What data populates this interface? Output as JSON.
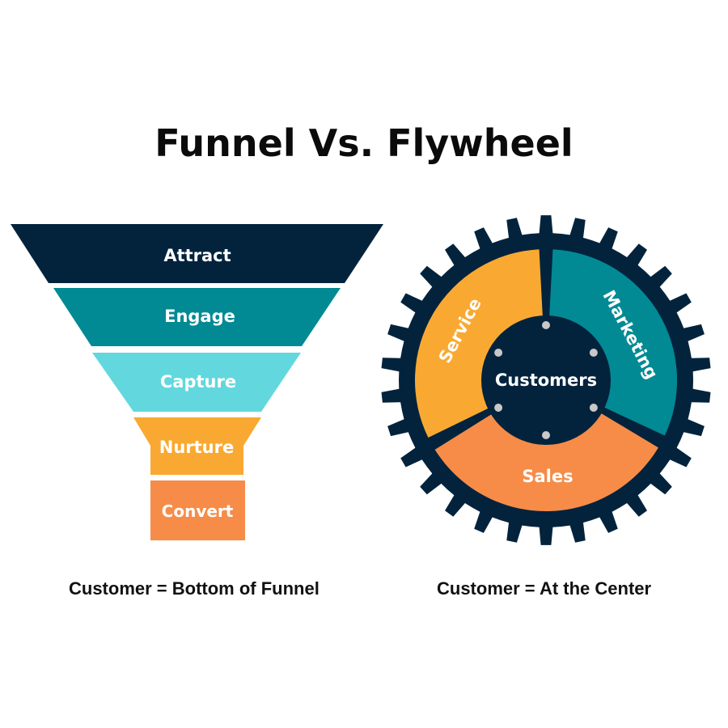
{
  "title": "Funnel Vs. Flywheel",
  "funnel": {
    "stages": [
      {
        "label": "Attract",
        "color": "#03233d"
      },
      {
        "label": "Engage",
        "color": "#028a94"
      },
      {
        "label": "Capture",
        "color": "#63d7de"
      },
      {
        "label": "Nurture",
        "color": "#f9a932"
      },
      {
        "label": "Convert",
        "color": "#f68c48"
      }
    ],
    "caption": "Customer = Bottom of Funnel"
  },
  "flywheel": {
    "center_label": "Customers",
    "gear_color": "#03233d",
    "dot_color": "#c8c8c8",
    "segments": [
      {
        "label": "Service",
        "color": "#f9a932"
      },
      {
        "label": "Marketing",
        "color": "#028a94"
      },
      {
        "label": "Sales",
        "color": "#f68c48"
      }
    ],
    "caption": "Customer = At the Center"
  }
}
